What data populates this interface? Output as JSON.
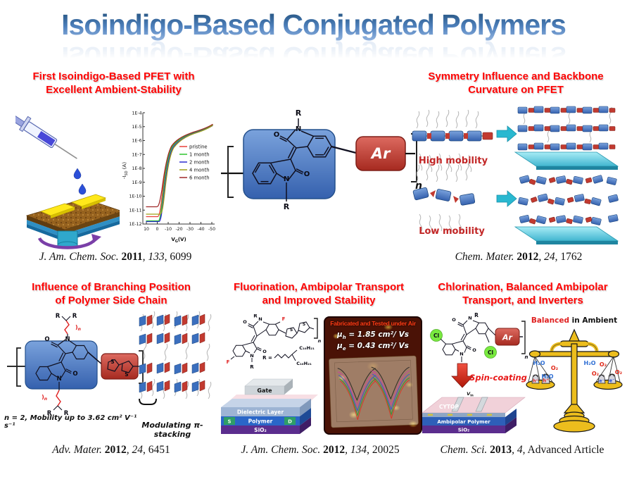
{
  "title": "Isoindigo-Based Conjugated Polymers",
  "colors": {
    "background": "#ffffff",
    "title_blue": "#4f81bd",
    "heading_red": "#ff0000",
    "mobility_label_red": "#c22626",
    "isoindigo_box_blue": "#3f76c0",
    "ar_box_red": "#c23a30",
    "arrow_cyan": "#29b8d0",
    "substrate_cyan": "#4ec3d9",
    "sio2_purple": "#5b2d8e",
    "gold_balance": "#ecbd1d",
    "water_blue": "#2f6fd4",
    "oxygen_red": "#e02818"
  },
  "structure_labels": {
    "r": "R",
    "n_atom": "N",
    "o_atom": "O",
    "s_atom": "S",
    "f_atom": "F",
    "cl_atom": "Cl",
    "ar": "Ar",
    "repeat_n": "n",
    "chain_close": ")",
    "r_equals": "R =",
    "alkyl": "C₁₀H₂₁"
  },
  "panel_top_left": {
    "heading1": "First Isoindigo-Based PFET with",
    "heading2": "Excellent Ambient-Stability",
    "citation": {
      "journal": "J. Am. Chem. Soc.",
      "year": " 2011",
      "volume": ", 133",
      "page": ", 6099"
    },
    "chart": {
      "type": "line",
      "ylabel_pre": "-I",
      "ylabel_sub": "SD",
      "ylabel_unit": " (A)",
      "xlabel_pre": "V",
      "xlabel_sub": "G",
      "xlabel_unit": "(V)",
      "y_ticks": [
        "1E-4",
        "1E-5",
        "1E-6",
        "1E-7",
        "1E-8",
        "1E-9",
        "1E-10",
        "1E-11",
        "1E-12"
      ],
      "x_ticks": [
        "10",
        "0",
        "-10",
        "-20",
        "-30",
        "-40",
        "-50"
      ],
      "legend": [
        {
          "label": "pristine",
          "color": "#e8403a"
        },
        {
          "label": "1 month",
          "color": "#2fc42f"
        },
        {
          "label": "2 month",
          "color": "#2c2cd0"
        },
        {
          "label": "4 month",
          "color": "#a0a018"
        },
        {
          "label": "6 month",
          "color": "#a02828"
        }
      ]
    }
  },
  "panel_top_right": {
    "heading1": "Symmetry Influence and Backbone",
    "heading2": "Curvature on PFET",
    "high_label": "High mobility",
    "low_label": "Low mobility",
    "citation": {
      "journal": "Chem. Mater.",
      "year": " 2012",
      "volume": ", 24",
      "page": ", 1762"
    }
  },
  "panel_bottom_left": {
    "heading1": "Influence of Branching Position",
    "heading2": "of Polymer Side Chain",
    "note": "n = 2, Mobility up to 3.62 cm² V⁻¹ s⁻¹",
    "stacking_label": "Modulating π-stacking",
    "citation": {
      "journal": "Adv. Mater.",
      "year": " 2012",
      "volume": ", 24",
      "page": ", 6451"
    }
  },
  "panel_bottom_middle": {
    "heading1": "Fluorination, Ambipolar Transport",
    "heading2": "and Improved Stability",
    "device_layers": [
      "Gate",
      "Dielectric Layer",
      "Polymer",
      "SiO₂"
    ],
    "electrode_s": "S",
    "electrode_d": "D",
    "inset": {
      "title": "Fabricated and Tested under Air",
      "mu_h_sym": "μ",
      "mu_h_sub": "h",
      "mu_h_val": " = 1.85 cm²/ Vs",
      "mu_e_sym": "μ",
      "mu_e_sub": "e",
      "mu_e_val": " = 0.43 cm²/ Vs"
    },
    "citation": {
      "journal": "J. Am. Chem. Soc.",
      "year": " 2012",
      "volume": ", 134",
      "page": ", 20025"
    }
  },
  "panel_bottom_right": {
    "heading1": "Chlorination, Balanced Ambipolar",
    "heading2": "Transport, and Inverters",
    "spin_coating": "Spin-coating",
    "vin_pre": "V",
    "vin_sub": "in",
    "device_layers": [
      "CYTOP",
      "Ambipolar Polymer",
      "SiO₂"
    ],
    "balance": {
      "title_red": "Balanced",
      "title_black": " in Ambient",
      "hole": "h⁺",
      "electron": "e⁻",
      "water": "H₂O",
      "oxygen": "O₂"
    },
    "citation": {
      "journal": "Chem. Sci.",
      "year": " 2013",
      "volume": ", 4",
      "page": ", Advanced Article"
    }
  }
}
